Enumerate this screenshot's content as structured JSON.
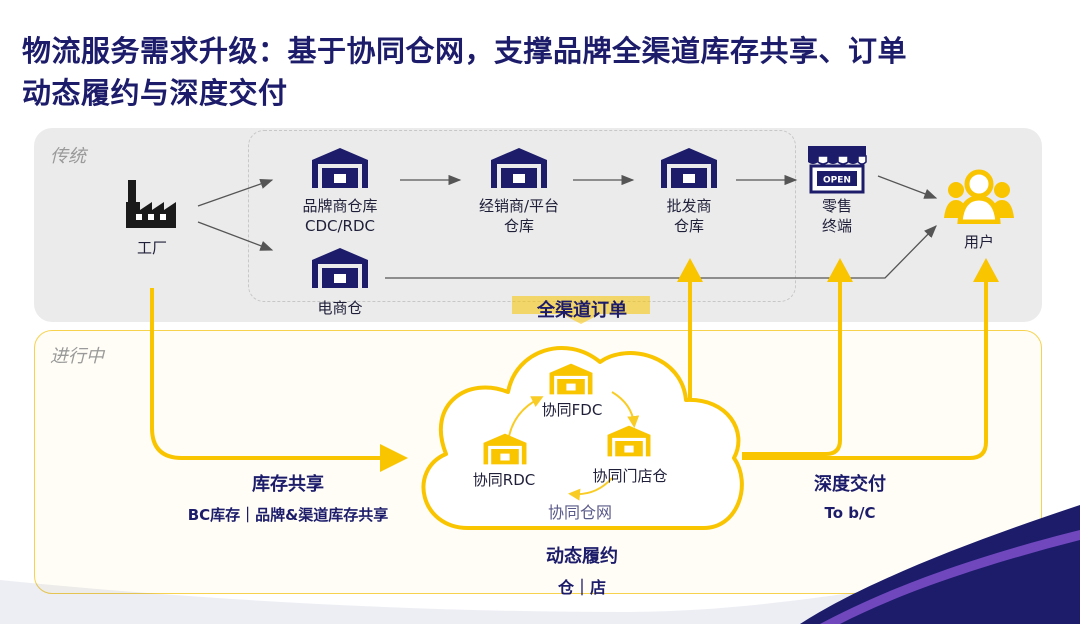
{
  "title": {
    "line1": "物流服务需求升级：基于协同仓网，支撑品牌全渠道库存共享、订单",
    "line2": "动态履约与深度交付"
  },
  "sections": {
    "traditional": "传统",
    "in_progress": "进行中"
  },
  "nodes": {
    "factory": "工厂",
    "brand_warehouse": {
      "line1": "品牌商仓库",
      "line2": "CDC/RDC"
    },
    "distributor_warehouse": {
      "line1": "经销商/平台",
      "line2": "仓库"
    },
    "wholesaler_warehouse": {
      "line1": "批发商",
      "line2": "仓库"
    },
    "retail_terminal": {
      "line1": "零售",
      "line2": "终端"
    },
    "user": "用户",
    "ecommerce_warehouse": "电商仓"
  },
  "cloud": {
    "fdc": "协同FDC",
    "rdc": "协同RDC",
    "store": "协同门店仓",
    "network": "协同仓网"
  },
  "omni_order": "全渠道订单",
  "inventory_sharing": {
    "title": "库存共享",
    "subtitle": "BC库存｜品牌&渠道库存共享"
  },
  "deep_delivery": {
    "title": "深度交付",
    "subtitle": "To b/C"
  },
  "dynamic_fulfillment": {
    "title": "动态履约",
    "subtitle": "仓｜店"
  },
  "icons": {
    "factory": "factory-icon",
    "warehouse": "warehouse-icon",
    "shop": "open-shop-icon",
    "user": "users-group-icon"
  },
  "shop_sign": "OPEN",
  "colors": {
    "navy": "#1c1c6b",
    "yellow": "#f9c400",
    "gray_panel": "#ebebeb",
    "arrow_gray": "#555555"
  }
}
